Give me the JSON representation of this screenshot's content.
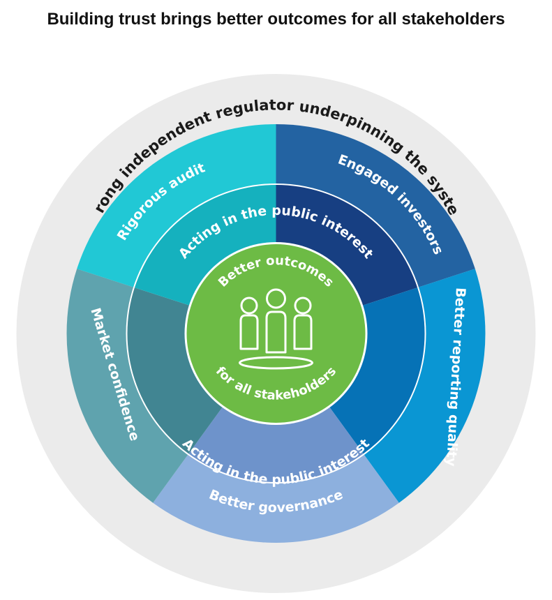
{
  "title": "Building trust brings better outcomes for all stakeholders",
  "outer_ring": {
    "label": "Strong independent regulator underpinning the system"
  },
  "segments": [
    {
      "label": "Engaged investors",
      "color": "#2363a2"
    },
    {
      "label": "Better reporting quality",
      "color": "#0a96d3"
    },
    {
      "label": "Better governance",
      "color": "#8db0de"
    },
    {
      "label": "Market confidence",
      "color": "#5fa3ae"
    },
    {
      "label": "Rigorous audit",
      "color": "#21c8d5"
    }
  ],
  "inner_ring": {
    "top_label": "Acting in the public interest",
    "bottom_label": "Acting in the public interest",
    "colors": [
      "#173f82",
      "#0672b6",
      "#6e93cb",
      "#418592",
      "#15b1be"
    ]
  },
  "center": {
    "top_label": "Better outcomes",
    "bottom_label": "for all stakeholders",
    "icon": "people-group-icon",
    "color": "#6dbb45"
  },
  "colors": {
    "outer_ring": "#ebebeb",
    "divider": "#ffffff"
  }
}
